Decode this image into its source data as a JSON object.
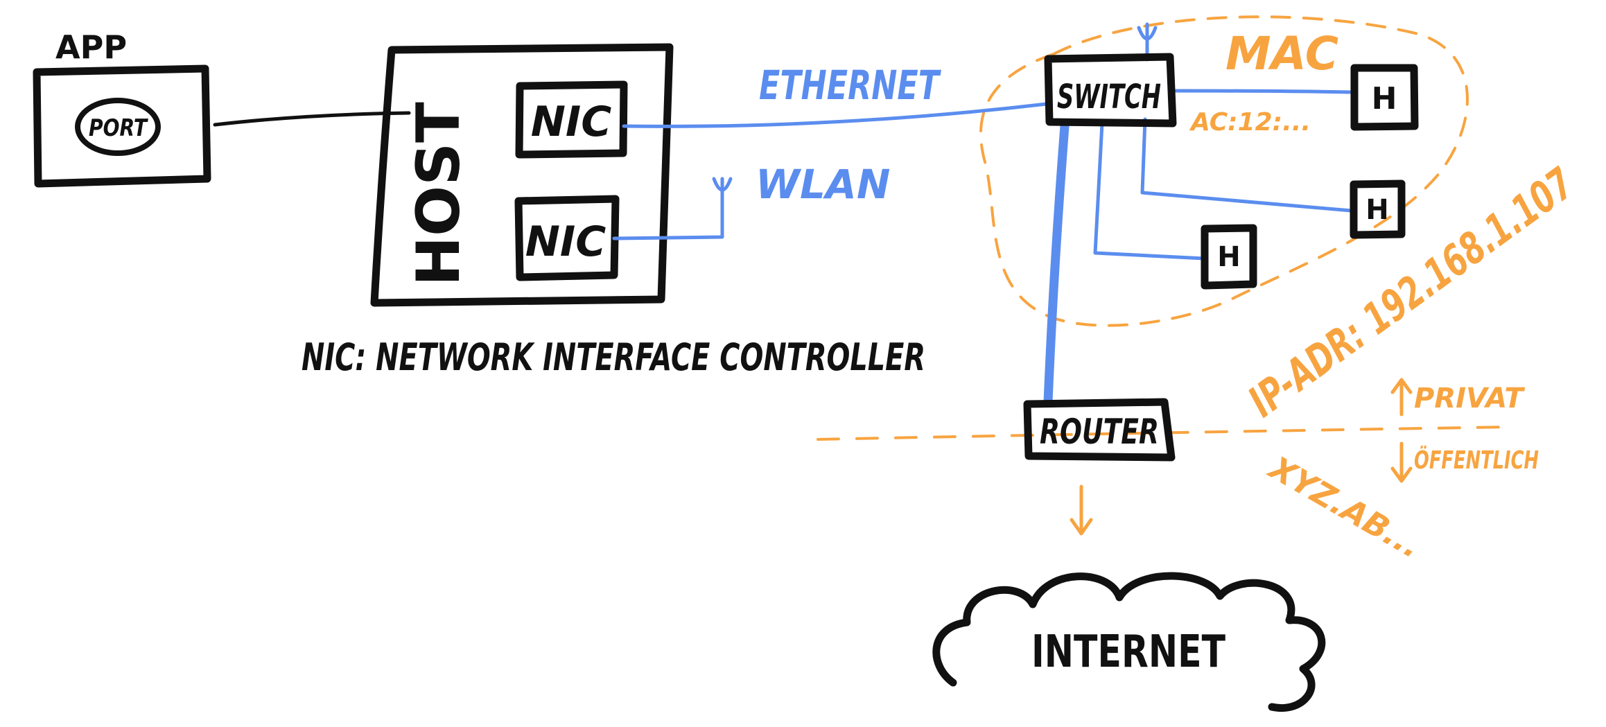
{
  "labels": {
    "app": "APP",
    "port": "PORT",
    "host": "HOST",
    "nic_ethernet": "NIC",
    "nic_wlan": "NIC",
    "ethernet": "ETHERNET",
    "wlan": "WLAN",
    "nic_definition": "NIC: NETWORK INTERFACE CONTROLLER",
    "switch": "SWITCH",
    "mac": "MAC",
    "mac_example": "AC:12:...",
    "host_a": "H",
    "host_b": "H",
    "host_c": "H",
    "ip_address": "IP-ADR: 192.168.1.107",
    "privat": "PRIVAT",
    "oeffentlich": "ÖFFENTLICH",
    "public_ip": "XYZ.AB...",
    "router": "ROUTER",
    "internet": "INTERNET"
  },
  "colors": {
    "ink": "#111111",
    "network": "#5b8def",
    "addressing": "#f7a440"
  }
}
